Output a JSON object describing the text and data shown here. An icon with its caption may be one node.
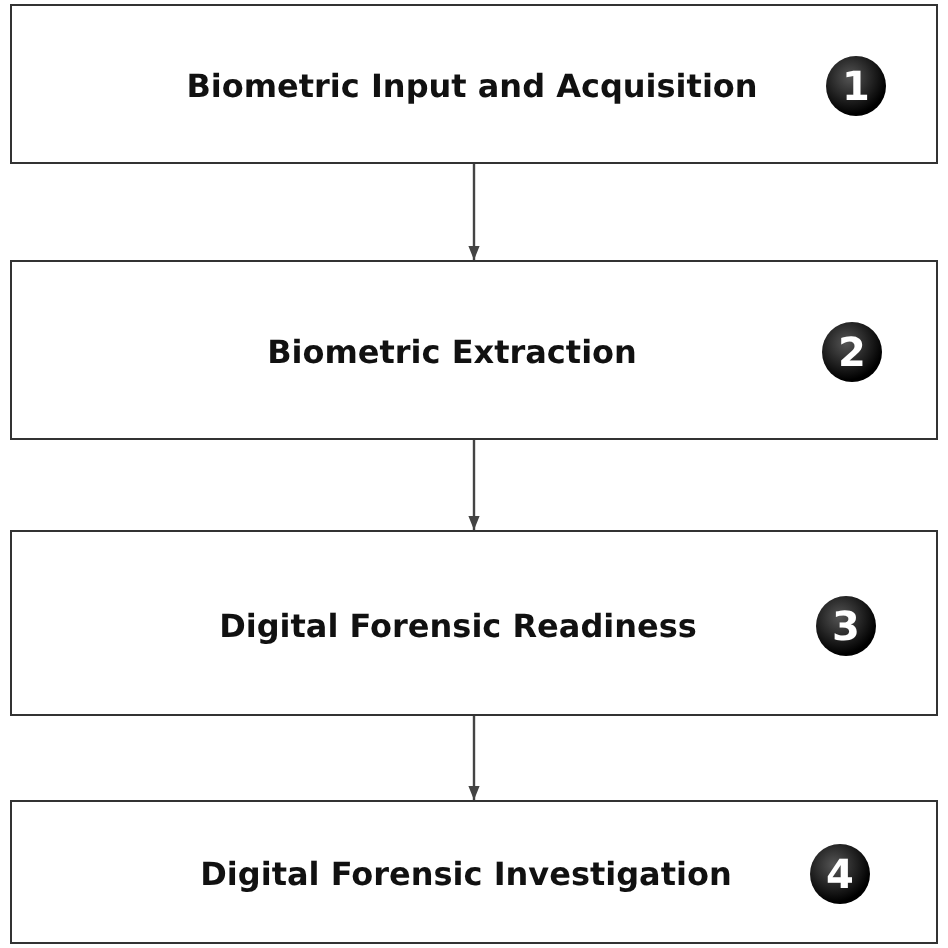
{
  "diagram": {
    "nodes": [
      {
        "text": [
          "Biometric Input and Acquisition",
          "1"
        ]
      },
      {
        "text": [
          "Biometric Extraction",
          "2"
        ]
      },
      {
        "text": [
          "Digital Forensic Readiness",
          "3"
        ]
      },
      {
        "text": [
          "Digital Forensic Investigation",
          "4"
        ]
      }
    ],
    "edges": [
      {
        "from": 0,
        "to": 1,
        "arrow": "to"
      },
      {
        "from": 1,
        "to": 2,
        "arrow": "to"
      },
      {
        "from": 2,
        "to": 3,
        "arrow": "to"
      }
    ]
  }
}
